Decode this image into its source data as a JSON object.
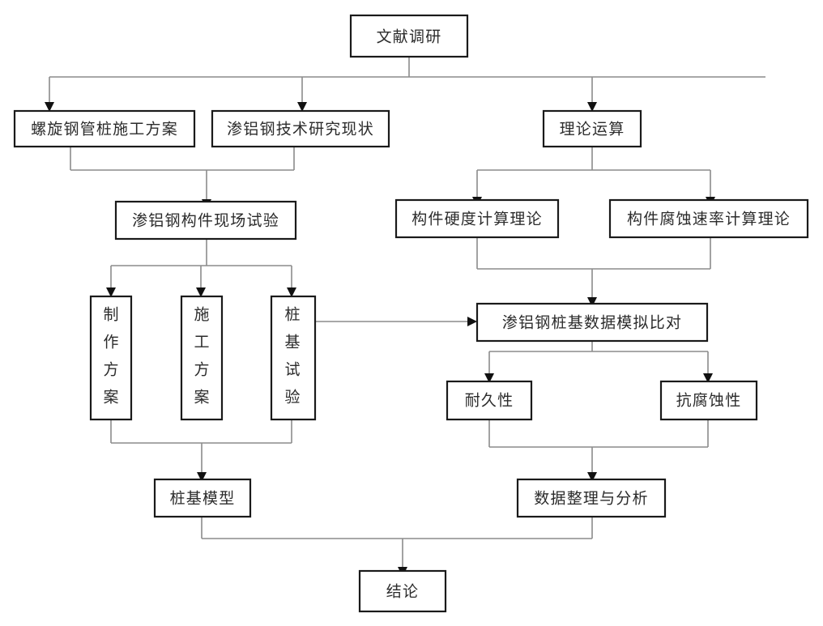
{
  "diagram": {
    "type": "flowchart",
    "title": "",
    "orientation": "top-down",
    "nodes": {
      "literature_review": {
        "label": "文献调研"
      },
      "spiral_pile_plan": {
        "label": "螺旋钢管桩施工方案"
      },
      "alu_steel_status": {
        "label": "渗铝钢技术研究现状"
      },
      "theory_calc": {
        "label": "理论运算"
      },
      "field_test": {
        "label": "渗铝钢构件现场试验"
      },
      "hardness_theory": {
        "label": "构件硬度计算理论"
      },
      "corrosion_rate_theory": {
        "label": "构件腐蚀速率计算理论"
      },
      "fabrication_plan": {
        "label": "制作方案",
        "chars": [
          "制",
          "作",
          "方",
          "案"
        ]
      },
      "construction_plan": {
        "label": "施工方案",
        "chars": [
          "施",
          "工",
          "方",
          "案"
        ]
      },
      "pile_test": {
        "label": "桩基试验",
        "chars": [
          "桩",
          "基",
          "试",
          "验"
        ]
      },
      "data_simulation": {
        "label": "渗铝钢桩基数据模拟比对"
      },
      "durability": {
        "label": "耐久性"
      },
      "corrosion_resistance": {
        "label": "抗腐蚀性"
      },
      "pile_model": {
        "label": "桩基模型"
      },
      "data_analysis": {
        "label": "数据整理与分析"
      },
      "conclusion": {
        "label": "结论"
      }
    },
    "edges": [
      {
        "from": "literature_review",
        "to": "spiral_pile_plan"
      },
      {
        "from": "literature_review",
        "to": "alu_steel_status"
      },
      {
        "from": "literature_review",
        "to": "theory_calc"
      },
      {
        "from": "spiral_pile_plan",
        "to": "field_test"
      },
      {
        "from": "alu_steel_status",
        "to": "field_test"
      },
      {
        "from": "theory_calc",
        "to": "hardness_theory"
      },
      {
        "from": "theory_calc",
        "to": "corrosion_rate_theory"
      },
      {
        "from": "field_test",
        "to": "fabrication_plan"
      },
      {
        "from": "field_test",
        "to": "construction_plan"
      },
      {
        "from": "field_test",
        "to": "pile_test"
      },
      {
        "from": "hardness_theory",
        "to": "data_simulation"
      },
      {
        "from": "corrosion_rate_theory",
        "to": "data_simulation"
      },
      {
        "from": "pile_test",
        "to": "data_simulation"
      },
      {
        "from": "fabrication_plan",
        "to": "pile_model"
      },
      {
        "from": "construction_plan",
        "to": "pile_model"
      },
      {
        "from": "pile_test",
        "to": "pile_model"
      },
      {
        "from": "data_simulation",
        "to": "durability"
      },
      {
        "from": "data_simulation",
        "to": "corrosion_resistance"
      },
      {
        "from": "durability",
        "to": "data_analysis"
      },
      {
        "from": "corrosion_resistance",
        "to": "data_analysis"
      },
      {
        "from": "pile_model",
        "to": "conclusion"
      },
      {
        "from": "data_analysis",
        "to": "conclusion"
      }
    ],
    "colors": {
      "box_stroke": "#1a1a1a",
      "box_fill": "#ffffff",
      "connector": "#8c8c8c",
      "arrow_head": "#111111",
      "text": "#2b2b2b",
      "background": "#ffffff"
    }
  }
}
